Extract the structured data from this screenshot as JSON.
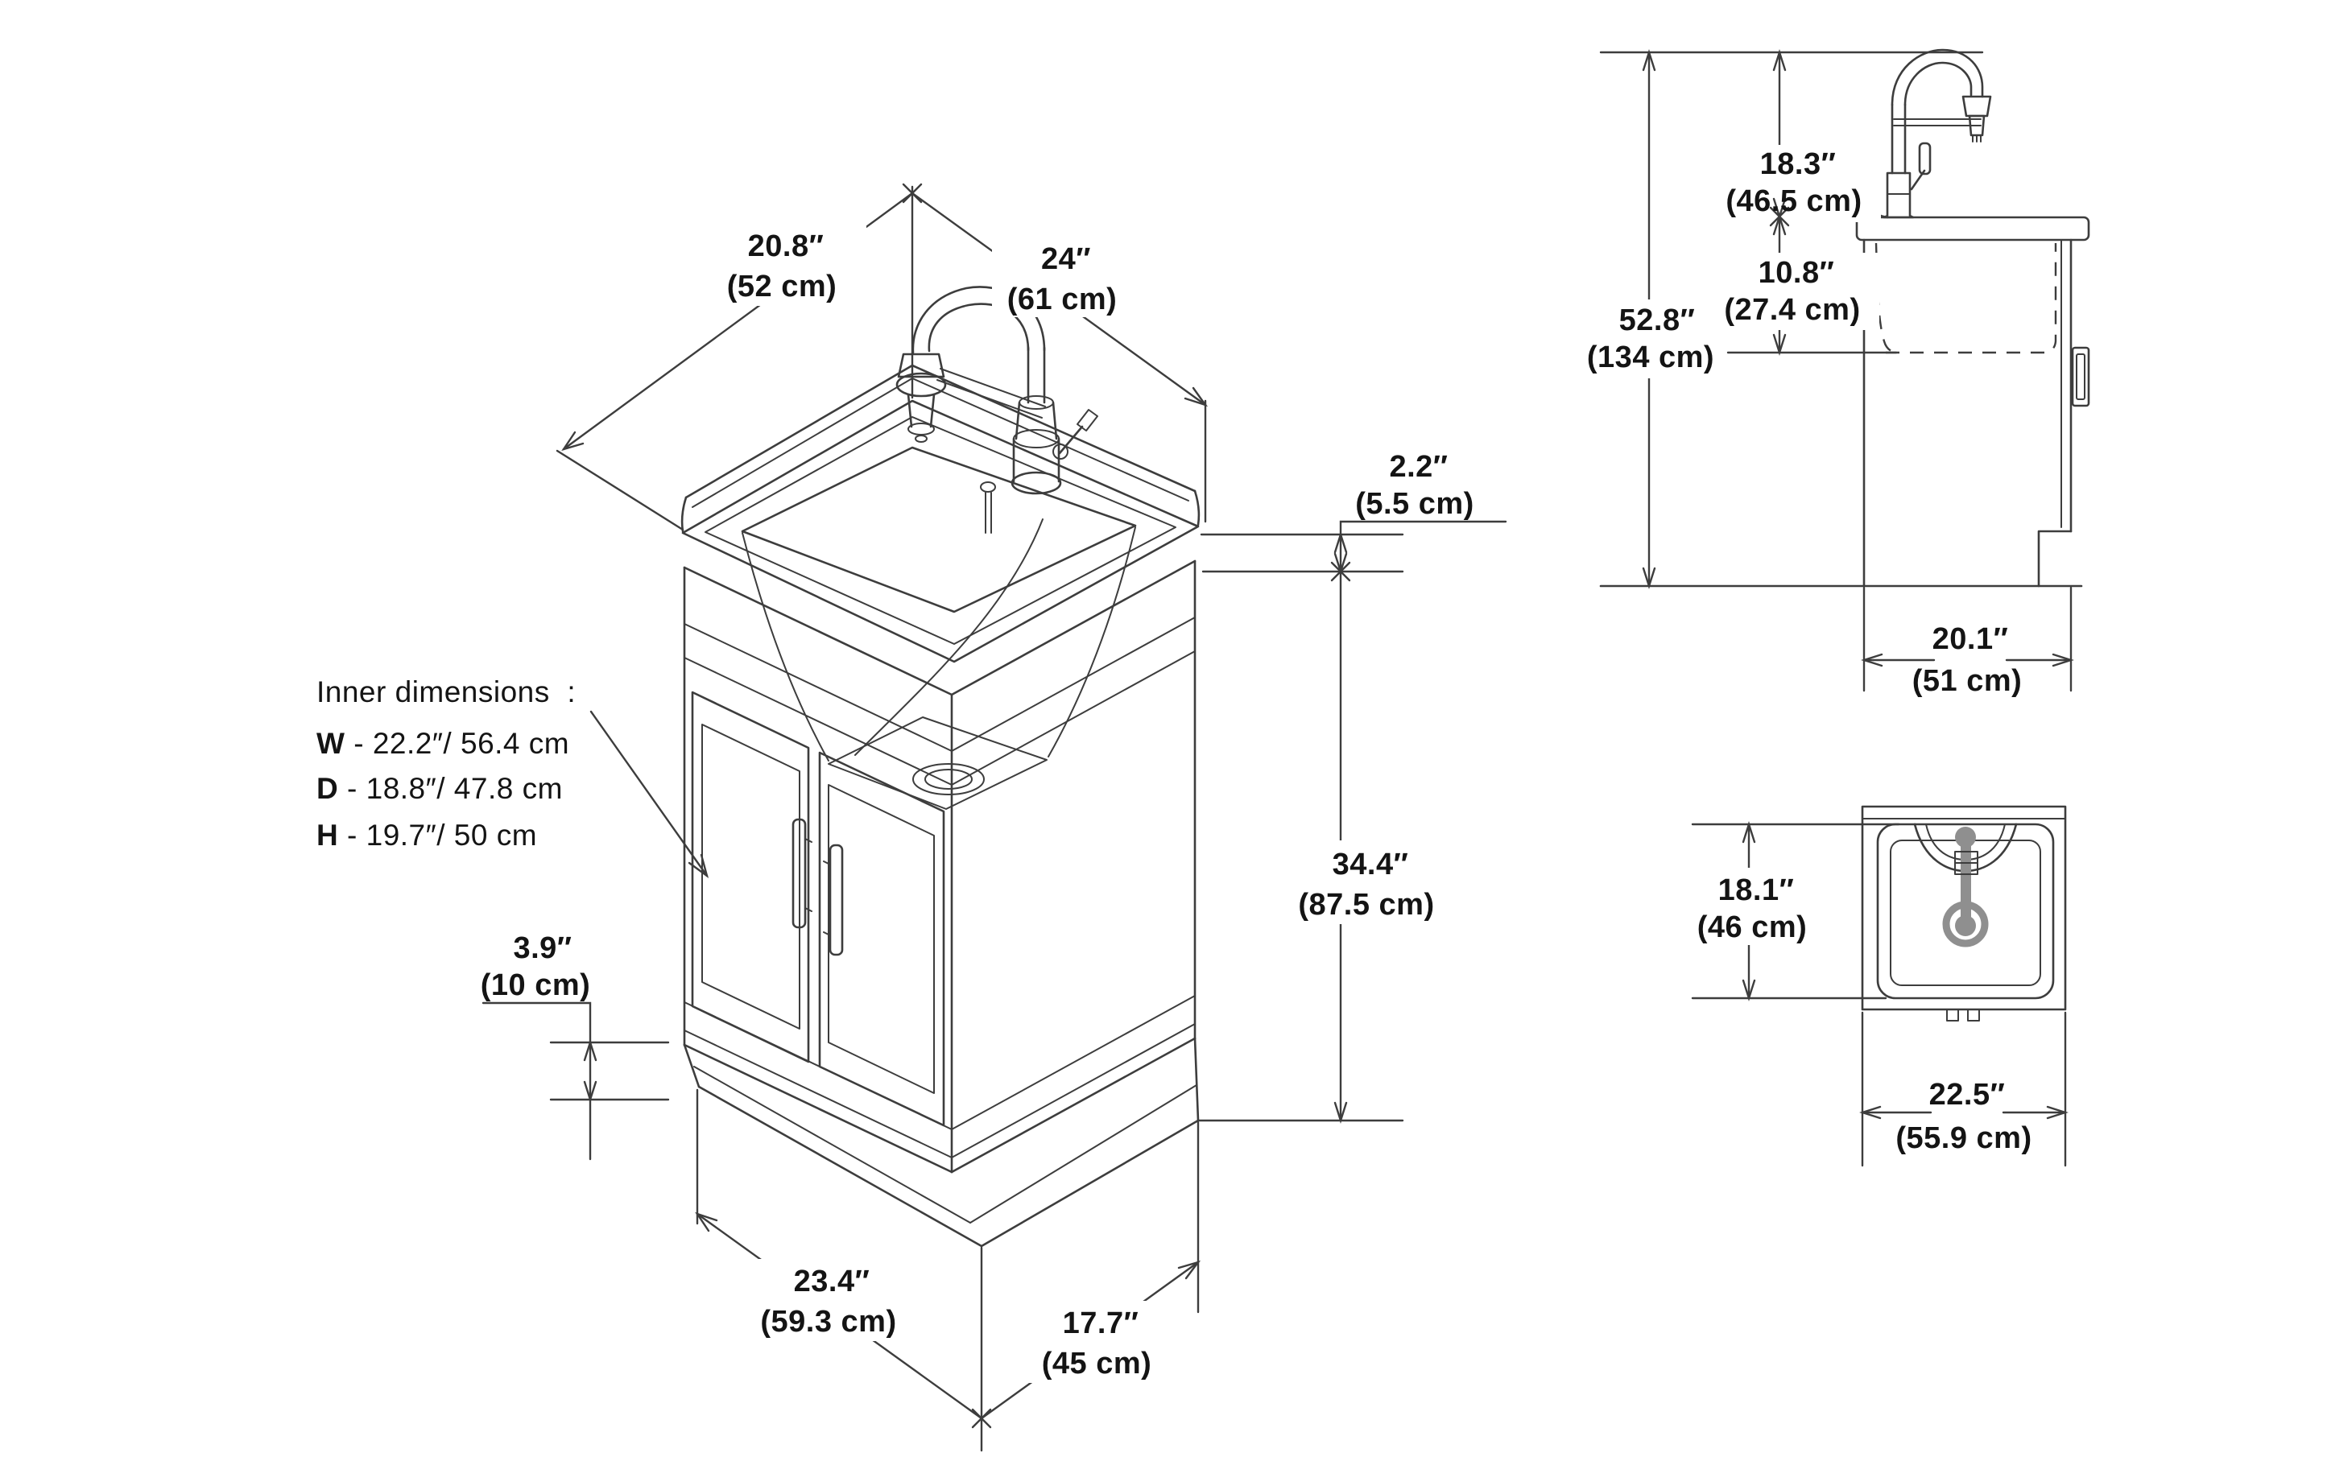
{
  "meta": {
    "description": "Technical dimension drawing of a laundry utility sink cabinet with faucet: isometric view, side elevation view and top plan view",
    "colors": {
      "background": "#ffffff",
      "line": "#3d3d3d",
      "text": "#141414",
      "gray_fill": "#8f8f8f"
    }
  },
  "dimensions": {
    "iso_depth_top": {
      "inches": "20.8″",
      "metric": "(52 cm)"
    },
    "iso_width_top": {
      "inches": "24″",
      "metric": "(61 cm)"
    },
    "splash_height": {
      "inches": "2.2″",
      "metric": "(5.5 cm)"
    },
    "counter_to_floor": {
      "inches": "34.4″",
      "metric": "(87.5 cm)"
    },
    "toe_kick": {
      "inches": "3.9″",
      "metric": "(10 cm)"
    },
    "bottom_depth": {
      "inches": "23.4″",
      "metric": "(59.3 cm)"
    },
    "bottom_width": {
      "inches": "17.7″",
      "metric": "(45 cm)"
    },
    "faucet_height": {
      "inches": "18.3″",
      "metric": "(46.5 cm)"
    },
    "tub_depth": {
      "inches": "10.8″",
      "metric": "(27.4 cm)"
    },
    "total_height": {
      "inches": "52.8″",
      "metric": "(134 cm)"
    },
    "side_depth": {
      "inches": "20.1″",
      "metric": "(51 cm)"
    },
    "plan_depth": {
      "inches": "18.1″",
      "metric": "(46 cm)"
    },
    "plan_width": {
      "inches": "22.5″",
      "metric": "(55.9 cm)"
    }
  },
  "inner_dimensions": {
    "title": "Inner dimensions  :",
    "w_label": "W",
    "w_value": " - 22.2″/ 56.4 cm",
    "d_label": "D",
    "d_value": " - 18.8″/ 47.8 cm",
    "h_label": "H",
    "h_value": " - 19.7″/ 50 cm"
  }
}
